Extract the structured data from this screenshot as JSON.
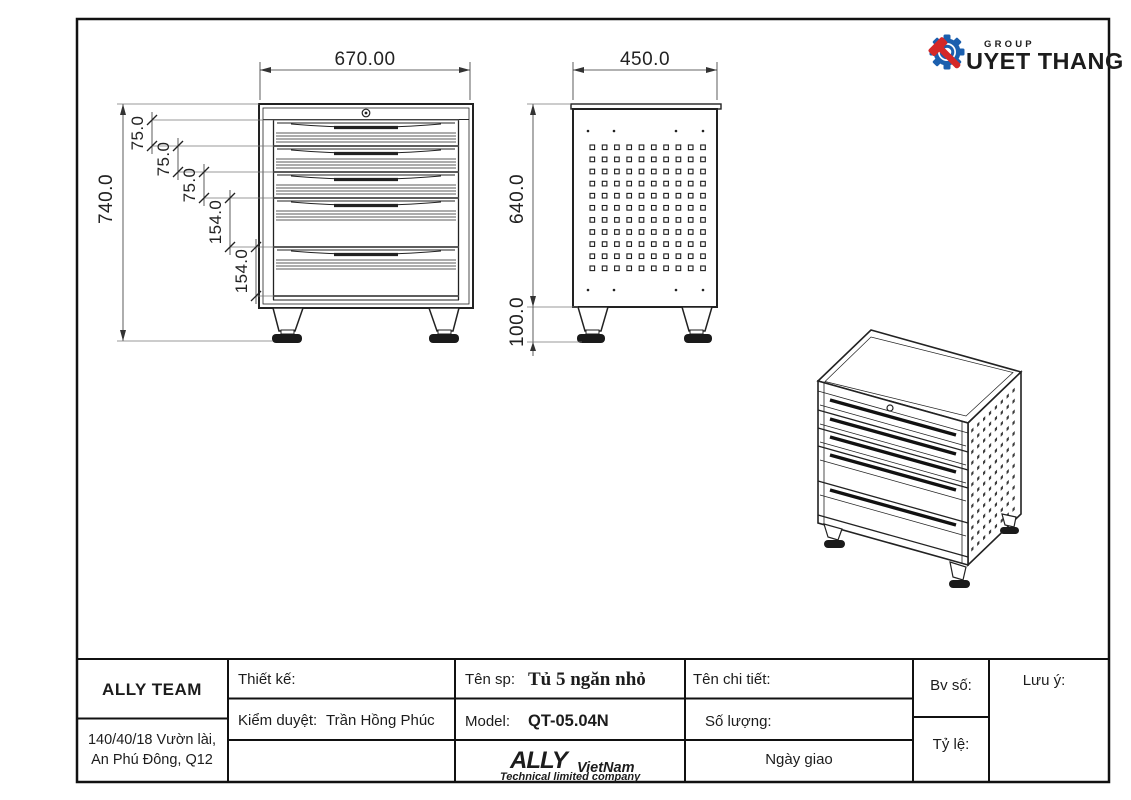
{
  "brand": {
    "group_label": "GROUP",
    "brand_name": "UYET THANG",
    "blue": "#1b5fae",
    "red": "#d42828"
  },
  "front_view": {
    "width_dim": "670.00",
    "height_dim": "740.0",
    "drawer_dims": [
      "75.0",
      "75.0",
      "75.0",
      "154.0",
      "154.0"
    ]
  },
  "side_view": {
    "width_dim": "450.0",
    "body_height_dim": "640.0",
    "leg_height_dim": "100.0"
  },
  "title_block": {
    "team": "ALLY TEAM",
    "address_line1": "140/40/18 Vườn lài,",
    "address_line2": "An Phú Đông, Q12",
    "design_label": "Thiết kế:",
    "approve_label": "Kiểm duyệt:",
    "approve_value": "Trần Hồng Phúc",
    "product_label": "Tên sp:",
    "product_value": "Tủ 5 ngăn nhỏ",
    "model_label": "Model:",
    "model_value": "QT-05.04N",
    "detail_label": "Tên chi tiết:",
    "quantity_label": "Số lượng:",
    "delivery_label": "Ngày giao",
    "drawing_no_label": "Bv số:",
    "scale_label": "Tỷ lệ:",
    "note_label": "Lưu ý:",
    "logo_ally": "ALLY",
    "logo_vietnam": "VietNam",
    "logo_tagline": "Technical limited company"
  },
  "colors": {
    "line": "#222222",
    "ext_line": "#777777"
  }
}
